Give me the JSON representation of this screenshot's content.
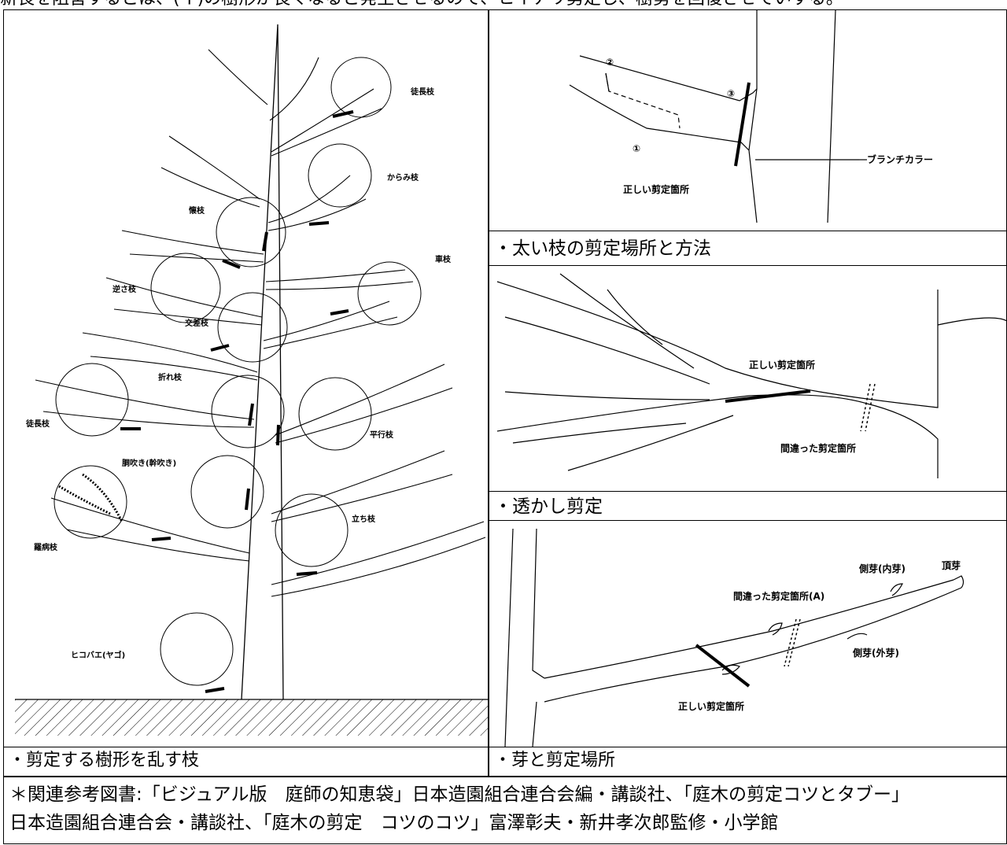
{
  "top_line": "新長を阻害するとは、(イ)の樹形が長くなると発生させるので、ヒイナリ剪定し、樹勢を回復させていする。",
  "left_panel": {
    "caption": "・剪定する樹形を乱す枝",
    "labels": {
      "tokucho1": "徒長枝",
      "karami": "からみ枝",
      "futokoro": "懐枝",
      "kuruma": "車枝",
      "sakasa": "逆さ枝",
      "kosa": "交差枝",
      "oreeda": "折れ枝",
      "tokucho2": "徒長枝",
      "heiko": "平行枝",
      "dobuki": "胴吹き(幹吹き)",
      "tachi": "立ち枝",
      "rabyo": "羅病枝",
      "hikobae": "ヒコバエ(ヤゴ)"
    }
  },
  "panel_branch": {
    "caption": "・太い枝の剪定場所と方法",
    "labels": {
      "n1": "①",
      "n2": "②",
      "n3": "③",
      "collar": "ブランチカラー",
      "correct": "正しい剪定箇所"
    }
  },
  "panel_thinning": {
    "caption": "・透かし剪定",
    "labels": {
      "correct": "正しい剪定箇所",
      "wrong": "間違った剪定箇所"
    }
  },
  "panel_bud": {
    "caption": "・芽と剪定場所",
    "labels": {
      "side_in": "側芽(内芽)",
      "top_bud": "頂芽",
      "wrong_a": "間違った剪定箇所(A)",
      "side_out": "側芽(外芽)",
      "correct": "正しい剪定箇所"
    }
  },
  "footer": {
    "line1": "＊関連参考図書:「ビジュアル版　庭師の知恵袋」日本造園組合連合会編・講談社、「庭木の剪定コツとタブー」",
    "line2": "日本造園組合連合会・講談社、「庭木の剪定　コツのコツ」富澤彰夫・新井孝次郎監修・小学館"
  }
}
